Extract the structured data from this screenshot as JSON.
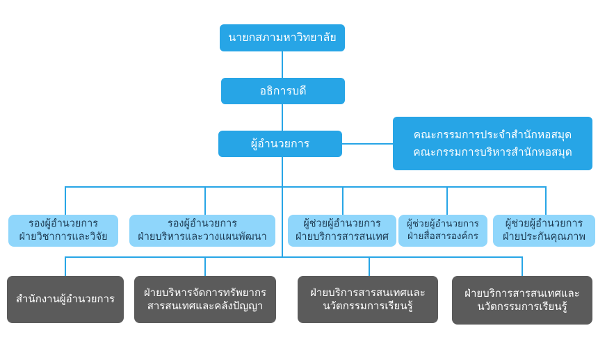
{
  "org": {
    "top": "นายกสภามหาวิทยาลัย",
    "president": "อธิการบดี",
    "director": "ผู้อำนวยการ",
    "committees": {
      "line1": "คณะกรรมการประจำสำนักหอสมุด",
      "line2": "คณะกรรมการบริหารสำนักหอสมุด"
    },
    "deputies": [
      {
        "line1": "รองผู้อำนวยการ",
        "line2": "ฝ่ายวิชาการและวิจัย"
      },
      {
        "line1": "รองผู้อำนวยการ",
        "line2": "ฝ่ายบริหารและวางแผนพัฒนา"
      },
      {
        "line1": "ผู้ช่วยผู้อำนวยการ",
        "line2": "ฝ่ายบริการสารสนเทศ"
      },
      {
        "line1": "ผู้ช่วยผู้อำนวยการ",
        "line2": "ฝ่ายสื่อสารองค์กร"
      },
      {
        "line1": "ผู้ช่วยผู้อำนวยการ",
        "line2": "ฝ่ายประกันคุณภาพ"
      }
    ],
    "units": [
      {
        "line1": "สำนักงานผู้อำนวยการ",
        "line2": ""
      },
      {
        "line1": "ฝ่ายบริหารจัดการทรัพยากร",
        "line2": "สารสนเทศและคลังปัญญา"
      },
      {
        "line1": "ฝ่ายบริการสารสนเทศและ",
        "line2": "นวัตกรรมการเรียนรู้"
      },
      {
        "line1": "ฝ่ายบริการสารสนเทศและ",
        "line2": "นวัตกรรมการเรียนรู้"
      }
    ]
  },
  "colors": {
    "dark_blue": "#27a5e6",
    "light_blue": "#8fd6fb",
    "gray": "#5b5b5b",
    "connector": "#27a5e6"
  }
}
